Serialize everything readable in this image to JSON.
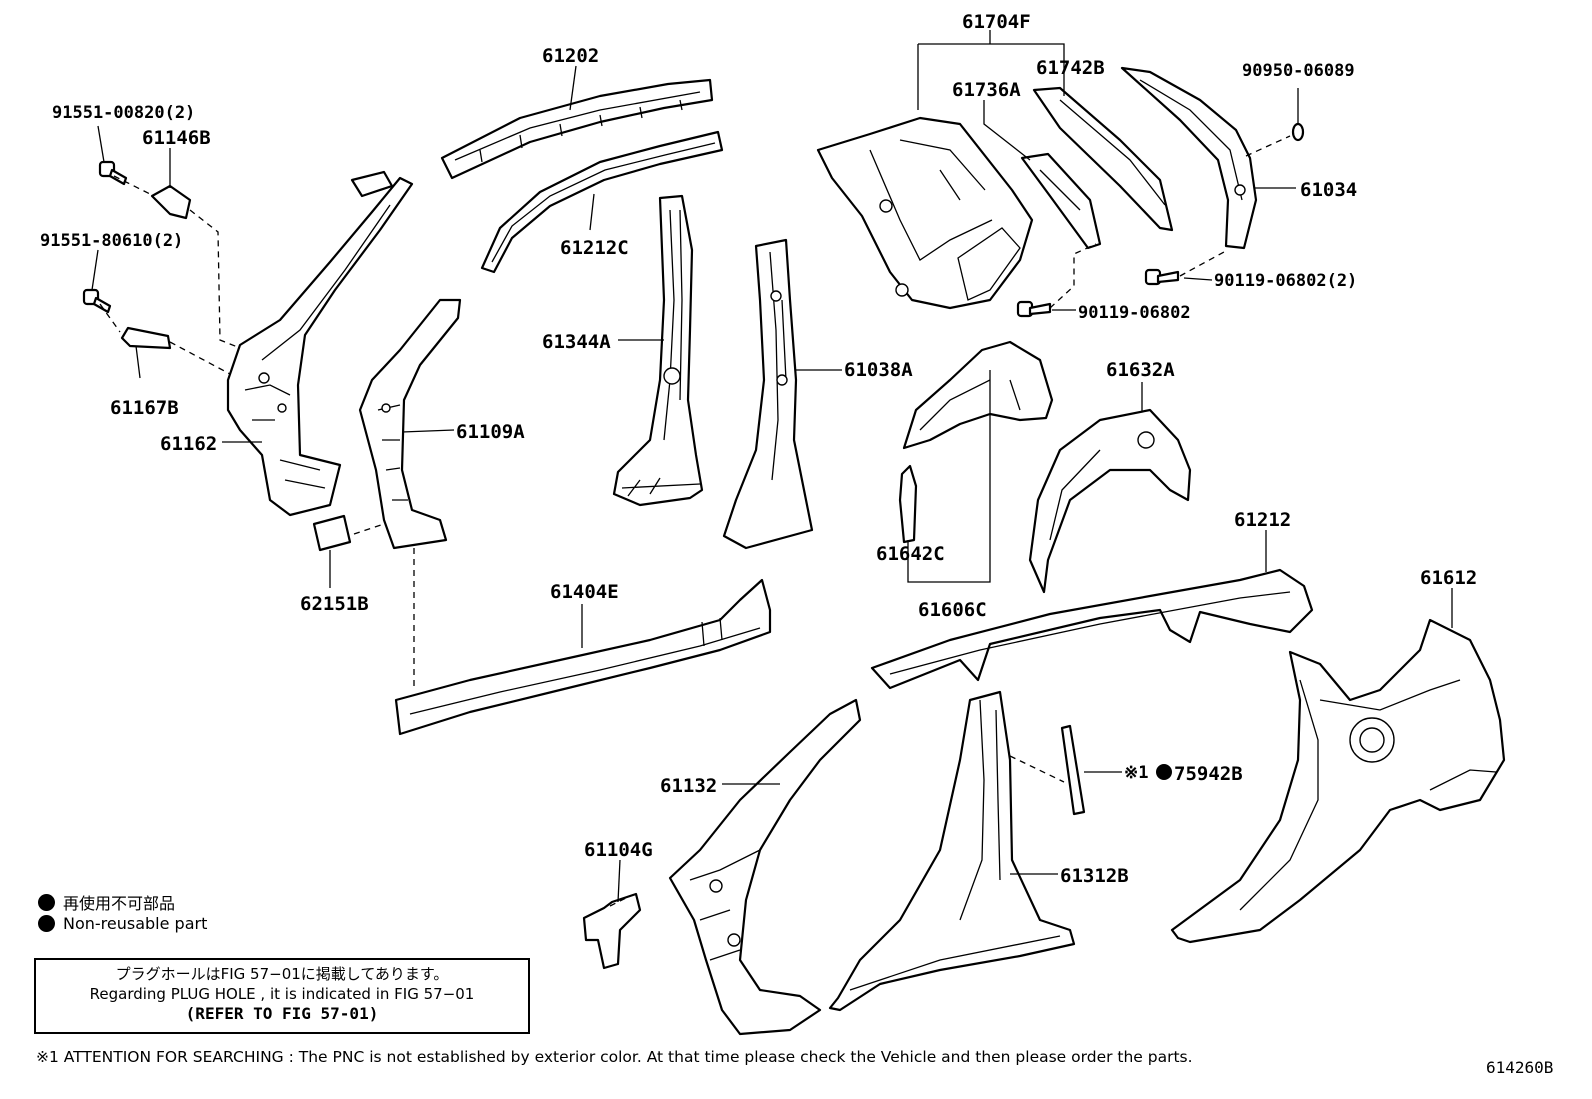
{
  "parts": {
    "p61704F": "61704F",
    "p61202": "61202",
    "p61742B": "61742B",
    "p90950": "90950-06089",
    "p91551a": "91551-00820(2)",
    "p61146B": "61146B",
    "p61736A": "61736A",
    "p61034": "61034",
    "p91551b": "91551-80610(2)",
    "p61212C": "61212C",
    "p90119a": "90119-06802(2)",
    "p90119b": "90119-06802",
    "p61344A": "61344A",
    "p61038A": "61038A",
    "p61632A": "61632A",
    "p61167B": "61167B",
    "p61109A": "61109A",
    "p61162": "61162",
    "p61642C": "61642C",
    "p61212": "61212",
    "p61612": "61612",
    "p62151B": "62151B",
    "p61404E": "61404E",
    "p61606C": "61606C",
    "p61132": "61132",
    "p75942B_prefix": "※1",
    "p75942B": "75942B",
    "p61104G": "61104G",
    "p61312B": "61312B"
  },
  "legend": {
    "jp": "再使用不可部品",
    "en": "Non-reusable part"
  },
  "note": {
    "line1": "プラグホールはFIG 57−01に掲載してあります。",
    "line2": "Regarding  PLUG  HOLE , it is indicated in FIG  57−01",
    "line3": "(REFER TO FIG 57-01)"
  },
  "attention": "※1 ATTENTION FOR SEARCHING : The PNC is not established by exterior color. At that time please check the Vehicle and then please order the parts.",
  "figure_number": "614260B"
}
